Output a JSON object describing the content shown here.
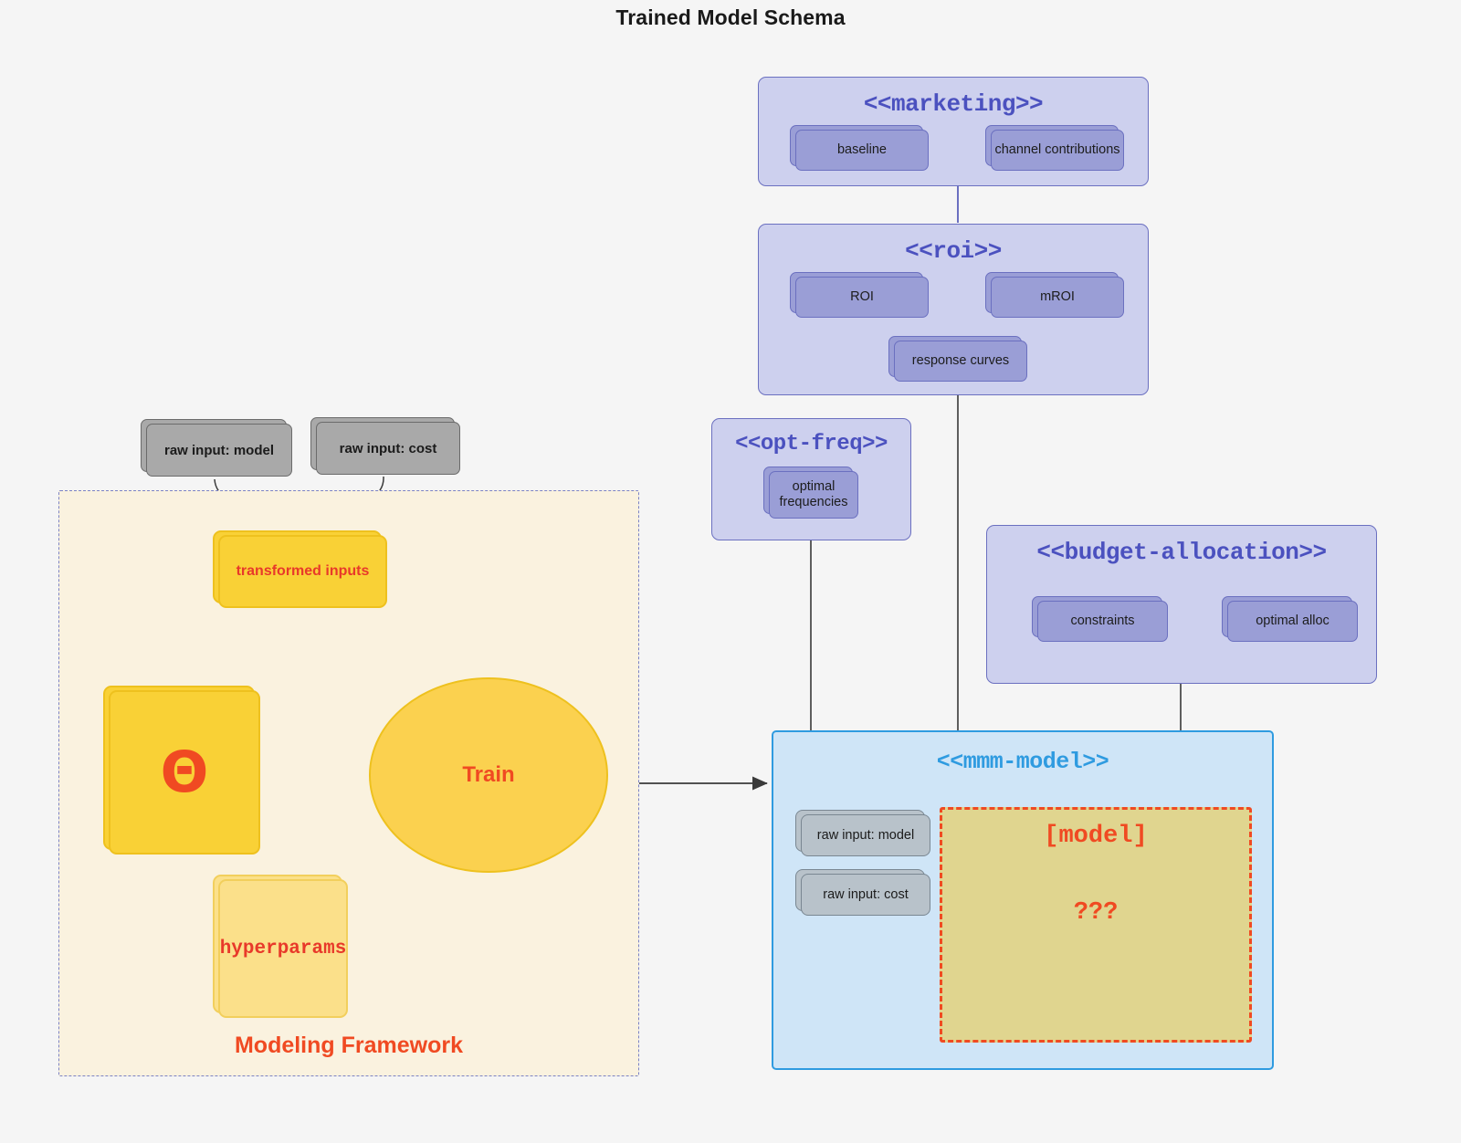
{
  "title": "Trained Model Schema",
  "colors": {
    "background": "#f5f5f5",
    "package_fill": "#cdd0ee",
    "package_border": "#6b70c0",
    "package_title": "#4b51bf",
    "inner_card_fill": "#9a9ed6",
    "mmm_fill": "#cfe5f7",
    "mmm_border": "#2f9be0",
    "mmm_title": "#2f9be0",
    "model_fill": "#e0d58f",
    "accent_red": "#f04a22",
    "framework_fill": "#faf2df",
    "framework_border": "#7b82c4",
    "raw_input_fill": "#a9a9a9",
    "yellow_deep": "#f9d136",
    "yellow_lite": "#fbe08a",
    "train_fill": "#fbd14f"
  },
  "packages": {
    "marketing": {
      "title": "<<marketing>>",
      "cards": [
        {
          "label": "baseline"
        },
        {
          "label": "channel contributions"
        }
      ]
    },
    "roi": {
      "title": "<<roi>>",
      "cards": [
        {
          "label": "ROI"
        },
        {
          "label": "mROI"
        },
        {
          "label": "response curves"
        }
      ]
    },
    "opt_freq": {
      "title": "<<opt-freq>>",
      "cards": [
        {
          "label": "optimal frequencies"
        }
      ]
    },
    "budget_allocation": {
      "title": "<<budget-allocation>>",
      "cards": [
        {
          "label": "constraints"
        },
        {
          "label": "optimal alloc"
        }
      ]
    },
    "mmm_model": {
      "title": "<<mmm-model>>",
      "raw_inputs": [
        {
          "label": "raw input: model"
        },
        {
          "label": "raw input: cost"
        }
      ],
      "model_box": {
        "title": "[model]",
        "unknown": "???"
      }
    }
  },
  "framework": {
    "label": "Modeling Framework",
    "raw_inputs": [
      {
        "label": "raw input: model"
      },
      {
        "label": "raw input: cost"
      }
    ],
    "transformed_inputs": {
      "label": "transformed inputs"
    },
    "theta": {
      "label": "Θ"
    },
    "hyperparams": {
      "label": "hyperparams"
    },
    "train": {
      "label": "Train"
    }
  }
}
